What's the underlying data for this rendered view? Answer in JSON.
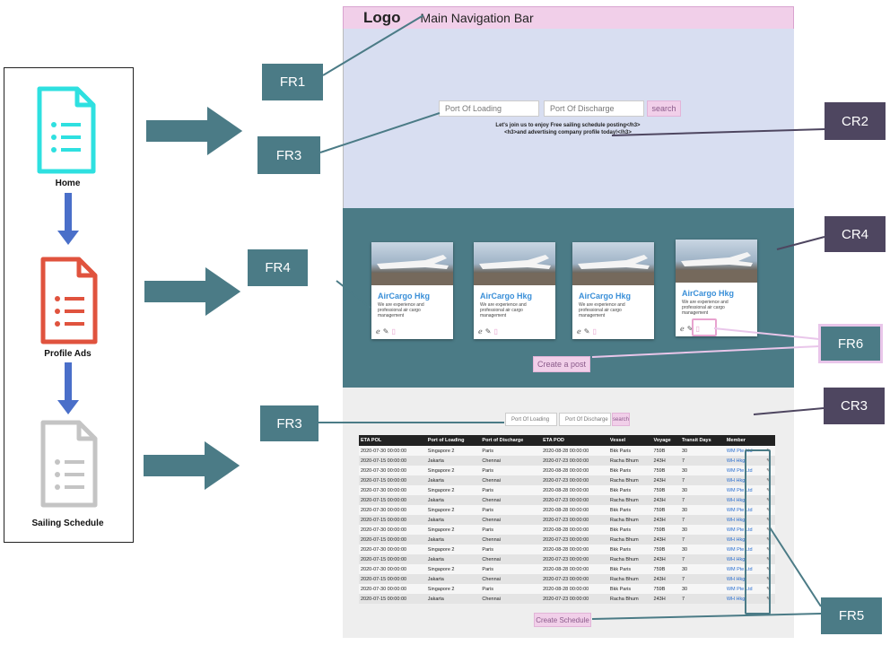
{
  "flow": {
    "home_label": "Home",
    "profile_label": "Profile Ads",
    "schedule_label": "Sailing Schedule"
  },
  "callouts": {
    "fr1": "FR1",
    "fr3_top": "FR3",
    "fr4": "FR4",
    "fr3_bottom": "FR3",
    "fr5": "FR5",
    "fr6": "FR6",
    "cr2": "CR2",
    "cr3": "CR3",
    "cr4": "CR4"
  },
  "mockup": {
    "logo": "Logo",
    "nav_title": "Main Navigation Bar",
    "hero": {
      "loading_placeholder": "Port Of Loading",
      "discharge_placeholder": "Port Of Discharge",
      "search_label": "search",
      "text_line1": "Let's join us to enjoy Free sailing schedule posting</h3>",
      "text_line2": "<h3>and advertising company profile today!</h3>"
    },
    "cards": [
      {
        "title": "AirCargo Hkg",
        "desc": "We are experience and professional air cargo management"
      },
      {
        "title": "AirCargo Hkg",
        "desc": "We are experience and professional air cargo management"
      },
      {
        "title": "AirCargo Hkg",
        "desc": "We are experience and professional air cargo management"
      },
      {
        "title": "AirCargo Hkg",
        "desc": "We are experience and professional air cargo management"
      }
    ],
    "create_post_label": "Create a post",
    "schedule": {
      "loading_placeholder": "Port Of Loading",
      "discharge_placeholder": "Port Of Discharge",
      "search_label": "search",
      "headers": [
        "ETA POL",
        "Port of Loading",
        "Port of Discharge",
        "ETA POD",
        "Vessel",
        "Voyage",
        "Transit Days",
        "Member"
      ],
      "rows": [
        [
          "2020-07-30 00:00:00",
          "Singapore 2",
          "Paris",
          "2020-08-28 00:00:00",
          "Bkk Paris",
          "759B",
          "30",
          "WM Pte Ltd"
        ],
        [
          "2020-07-15 00:00:00",
          "Jakarta",
          "Chennai",
          "2020-07-23 00:00:00",
          "Racha Bhum",
          "243H",
          "7",
          "WH Hkg"
        ],
        [
          "2020-07-30 00:00:00",
          "Singapore 2",
          "Paris",
          "2020-08-28 00:00:00",
          "Bkk Paris",
          "759B",
          "30",
          "WM Pte Ltd"
        ],
        [
          "2020-07-15 00:00:00",
          "Jakarta",
          "Chennai",
          "2020-07-23 00:00:00",
          "Racha Bhum",
          "243H",
          "7",
          "WH Hkg"
        ],
        [
          "2020-07-30 00:00:00",
          "Singapore 2",
          "Paris",
          "2020-08-28 00:00:00",
          "Bkk Paris",
          "759B",
          "30",
          "WM Pte Ltd"
        ],
        [
          "2020-07-15 00:00:00",
          "Jakarta",
          "Chennai",
          "2020-07-23 00:00:00",
          "Racha Bhum",
          "243H",
          "7",
          "WH Hkg"
        ],
        [
          "2020-07-30 00:00:00",
          "Singapore 2",
          "Paris",
          "2020-08-28 00:00:00",
          "Bkk Paris",
          "759B",
          "30",
          "WM Pte Ltd"
        ],
        [
          "2020-07-15 00:00:00",
          "Jakarta",
          "Chennai",
          "2020-07-23 00:00:00",
          "Racha Bhum",
          "243H",
          "7",
          "WH Hkg"
        ],
        [
          "2020-07-30 00:00:00",
          "Singapore 2",
          "Paris",
          "2020-08-28 00:00:00",
          "Bkk Paris",
          "759B",
          "30",
          "WM Pte Ltd"
        ],
        [
          "2020-07-15 00:00:00",
          "Jakarta",
          "Chennai",
          "2020-07-23 00:00:00",
          "Racha Bhum",
          "243H",
          "7",
          "WH Hkg"
        ],
        [
          "2020-07-30 00:00:00",
          "Singapore 2",
          "Paris",
          "2020-08-28 00:00:00",
          "Bkk Paris",
          "759B",
          "30",
          "WM Pte Ltd"
        ],
        [
          "2020-07-15 00:00:00",
          "Jakarta",
          "Chennai",
          "2020-07-23 00:00:00",
          "Racha Bhum",
          "243H",
          "7",
          "WH Hkg"
        ],
        [
          "2020-07-30 00:00:00",
          "Singapore 2",
          "Paris",
          "2020-08-28 00:00:00",
          "Bkk Paris",
          "759B",
          "30",
          "WM Pte Ltd"
        ],
        [
          "2020-07-15 00:00:00",
          "Jakarta",
          "Chennai",
          "2020-07-23 00:00:00",
          "Racha Bhum",
          "243H",
          "7",
          "WH Hkg"
        ],
        [
          "2020-07-30 00:00:00",
          "Singapore 2",
          "Paris",
          "2020-08-28 00:00:00",
          "Bkk Paris",
          "759B",
          "30",
          "WM Pte Ltd"
        ],
        [
          "2020-07-15 00:00:00",
          "Jakarta",
          "Chennai",
          "2020-07-23 00:00:00",
          "Racha Bhum",
          "243H",
          "7",
          "WH Hkg"
        ]
      ]
    },
    "create_schedule_label": "Create Schedule"
  },
  "colors": {
    "callout_fr": "#4b7b86",
    "callout_cr": "#4e4660",
    "nav_bar": "#f1cfe9",
    "hero_bg": "#d8def1",
    "profile_bg": "#4b7b86",
    "home_icon": "#2ee0e0",
    "profile_icon": "#e0533e",
    "schedule_icon": "#bdbdbd",
    "flow_arrow": "#4a6fc9"
  }
}
